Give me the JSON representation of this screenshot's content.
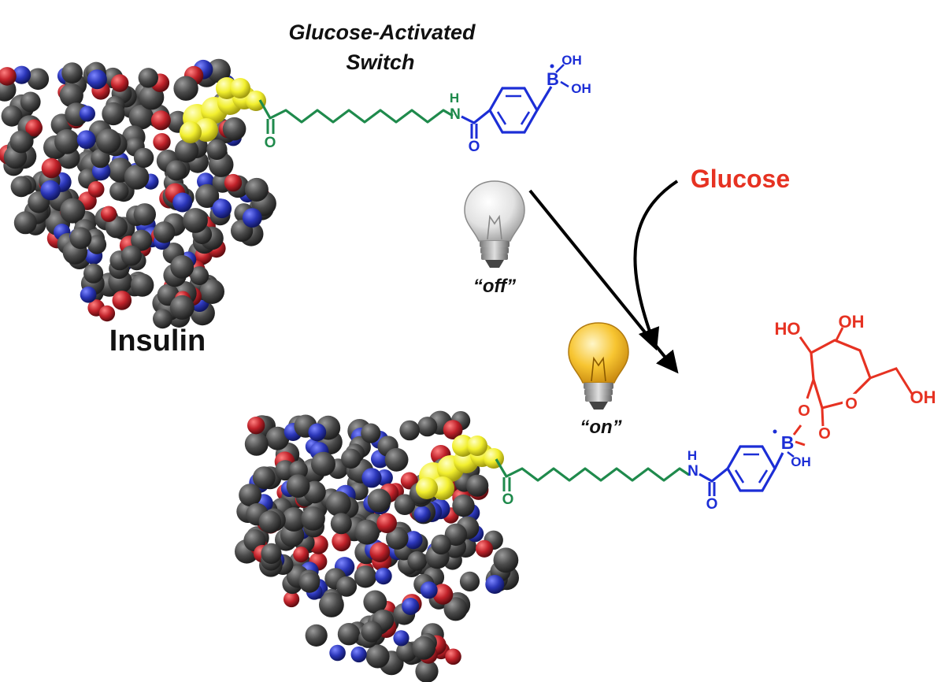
{
  "title_line1": "Glucose-Activated",
  "title_line2": "Switch",
  "insulin_label": "Insulin",
  "glucose_label": "Glucose",
  "off_label": "“off”",
  "on_label": "“on”",
  "top_linker": {
    "nh": "NH",
    "ketone_o": "O",
    "amide_o": "O",
    "boron": "B",
    "oh1": "OH",
    "oh2": "OH"
  },
  "bottom_linker": {
    "nh": "NH",
    "ketone_o": "O",
    "amide_o": "O",
    "boron": "B",
    "oh": "OH",
    "ring_o1": "O",
    "ring_o2": "O"
  },
  "sugar": {
    "oh1": "HO",
    "oh2": "OH",
    "oh3": "OH",
    "ring_o": "O"
  },
  "colors": {
    "linker": "#1f8a4c",
    "boronic": "#1c2ed6",
    "glucose": "#e63222",
    "carbon": "#4b4b4b",
    "nitrogen": "#2b36b8",
    "oxygen": "#c0222a",
    "sulfur": "#f2ef2e",
    "text": "#111111"
  },
  "icons": [
    "light-bulb-off-icon",
    "light-bulb-on-icon",
    "arrow-icon"
  ]
}
